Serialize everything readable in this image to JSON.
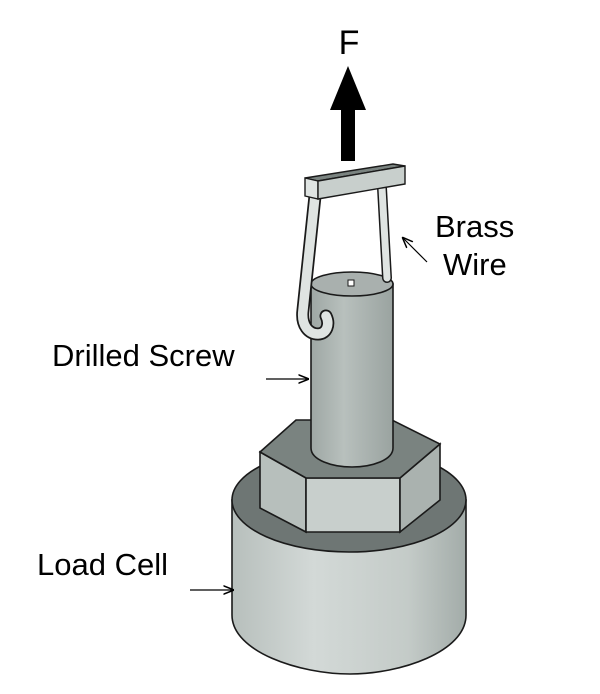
{
  "labels": {
    "force": "F",
    "brass_line1": "Brass",
    "brass_line2": "Wire",
    "drilled_screw": "Drilled Screw",
    "load_cell": "Load Cell"
  },
  "colors": {
    "face_light": "#c8cfcc",
    "face_mid": "#aeb6b3",
    "face_dark": "#8a9491",
    "top_dark": "#6e7674",
    "screw_top": "#a9b0ae",
    "outline": "#1a1a1a",
    "arrow": "#000000"
  }
}
